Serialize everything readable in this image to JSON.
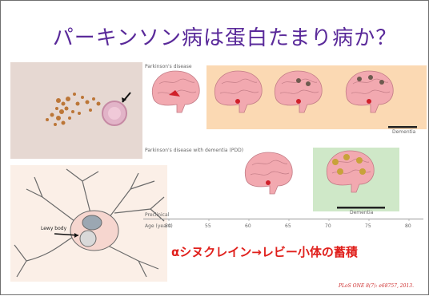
{
  "slide": {
    "title": "パーキンソン病は蛋白たまり病か？",
    "caption": "αシヌクレイン→レビー小体の蓄積",
    "citation": "PLoS ONE 8(7): e68757, 2013."
  },
  "figure": {
    "label_pd": "Parkinson's disease",
    "label_pdd": "Parkinson's disease with dementia (PDD)",
    "label_dementia_1": "Dementia",
    "label_dementia_2": "Dementia",
    "label_preclinical": "Preclinical",
    "axis_label": "Age (years)",
    "ages": [
      "50",
      "55",
      "60",
      "65",
      "70",
      "75",
      "80"
    ]
  },
  "neuron_diagram": {
    "label": "Lewy body"
  },
  "colors": {
    "title": "#5a2a9a",
    "caption": "#e0201c",
    "pd_panel": "#fbd9b3",
    "pdd_panel": "#cfe8c8",
    "brain": "#f2a9b0"
  }
}
